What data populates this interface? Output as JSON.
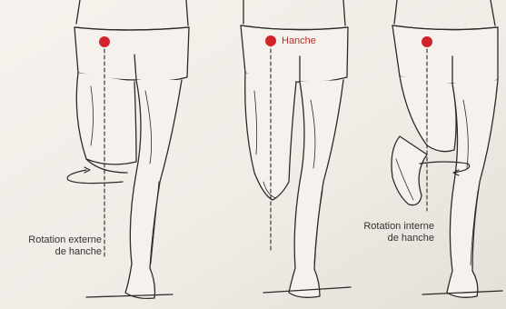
{
  "diagram": {
    "figures": [
      {
        "id": "left",
        "label_lines": [
          "Rotation externe",
          "de hanche"
        ],
        "rotation": "external"
      },
      {
        "id": "middle",
        "label_lines": [
          "Hanche"
        ],
        "rotation": "none"
      },
      {
        "id": "right",
        "label_lines": [
          "Rotation interne",
          "de hanche"
        ],
        "rotation": "internal"
      }
    ],
    "marker_color": "#d0242a",
    "line_color": "#2b2b2b",
    "paper_color": "#f3f0eb"
  }
}
